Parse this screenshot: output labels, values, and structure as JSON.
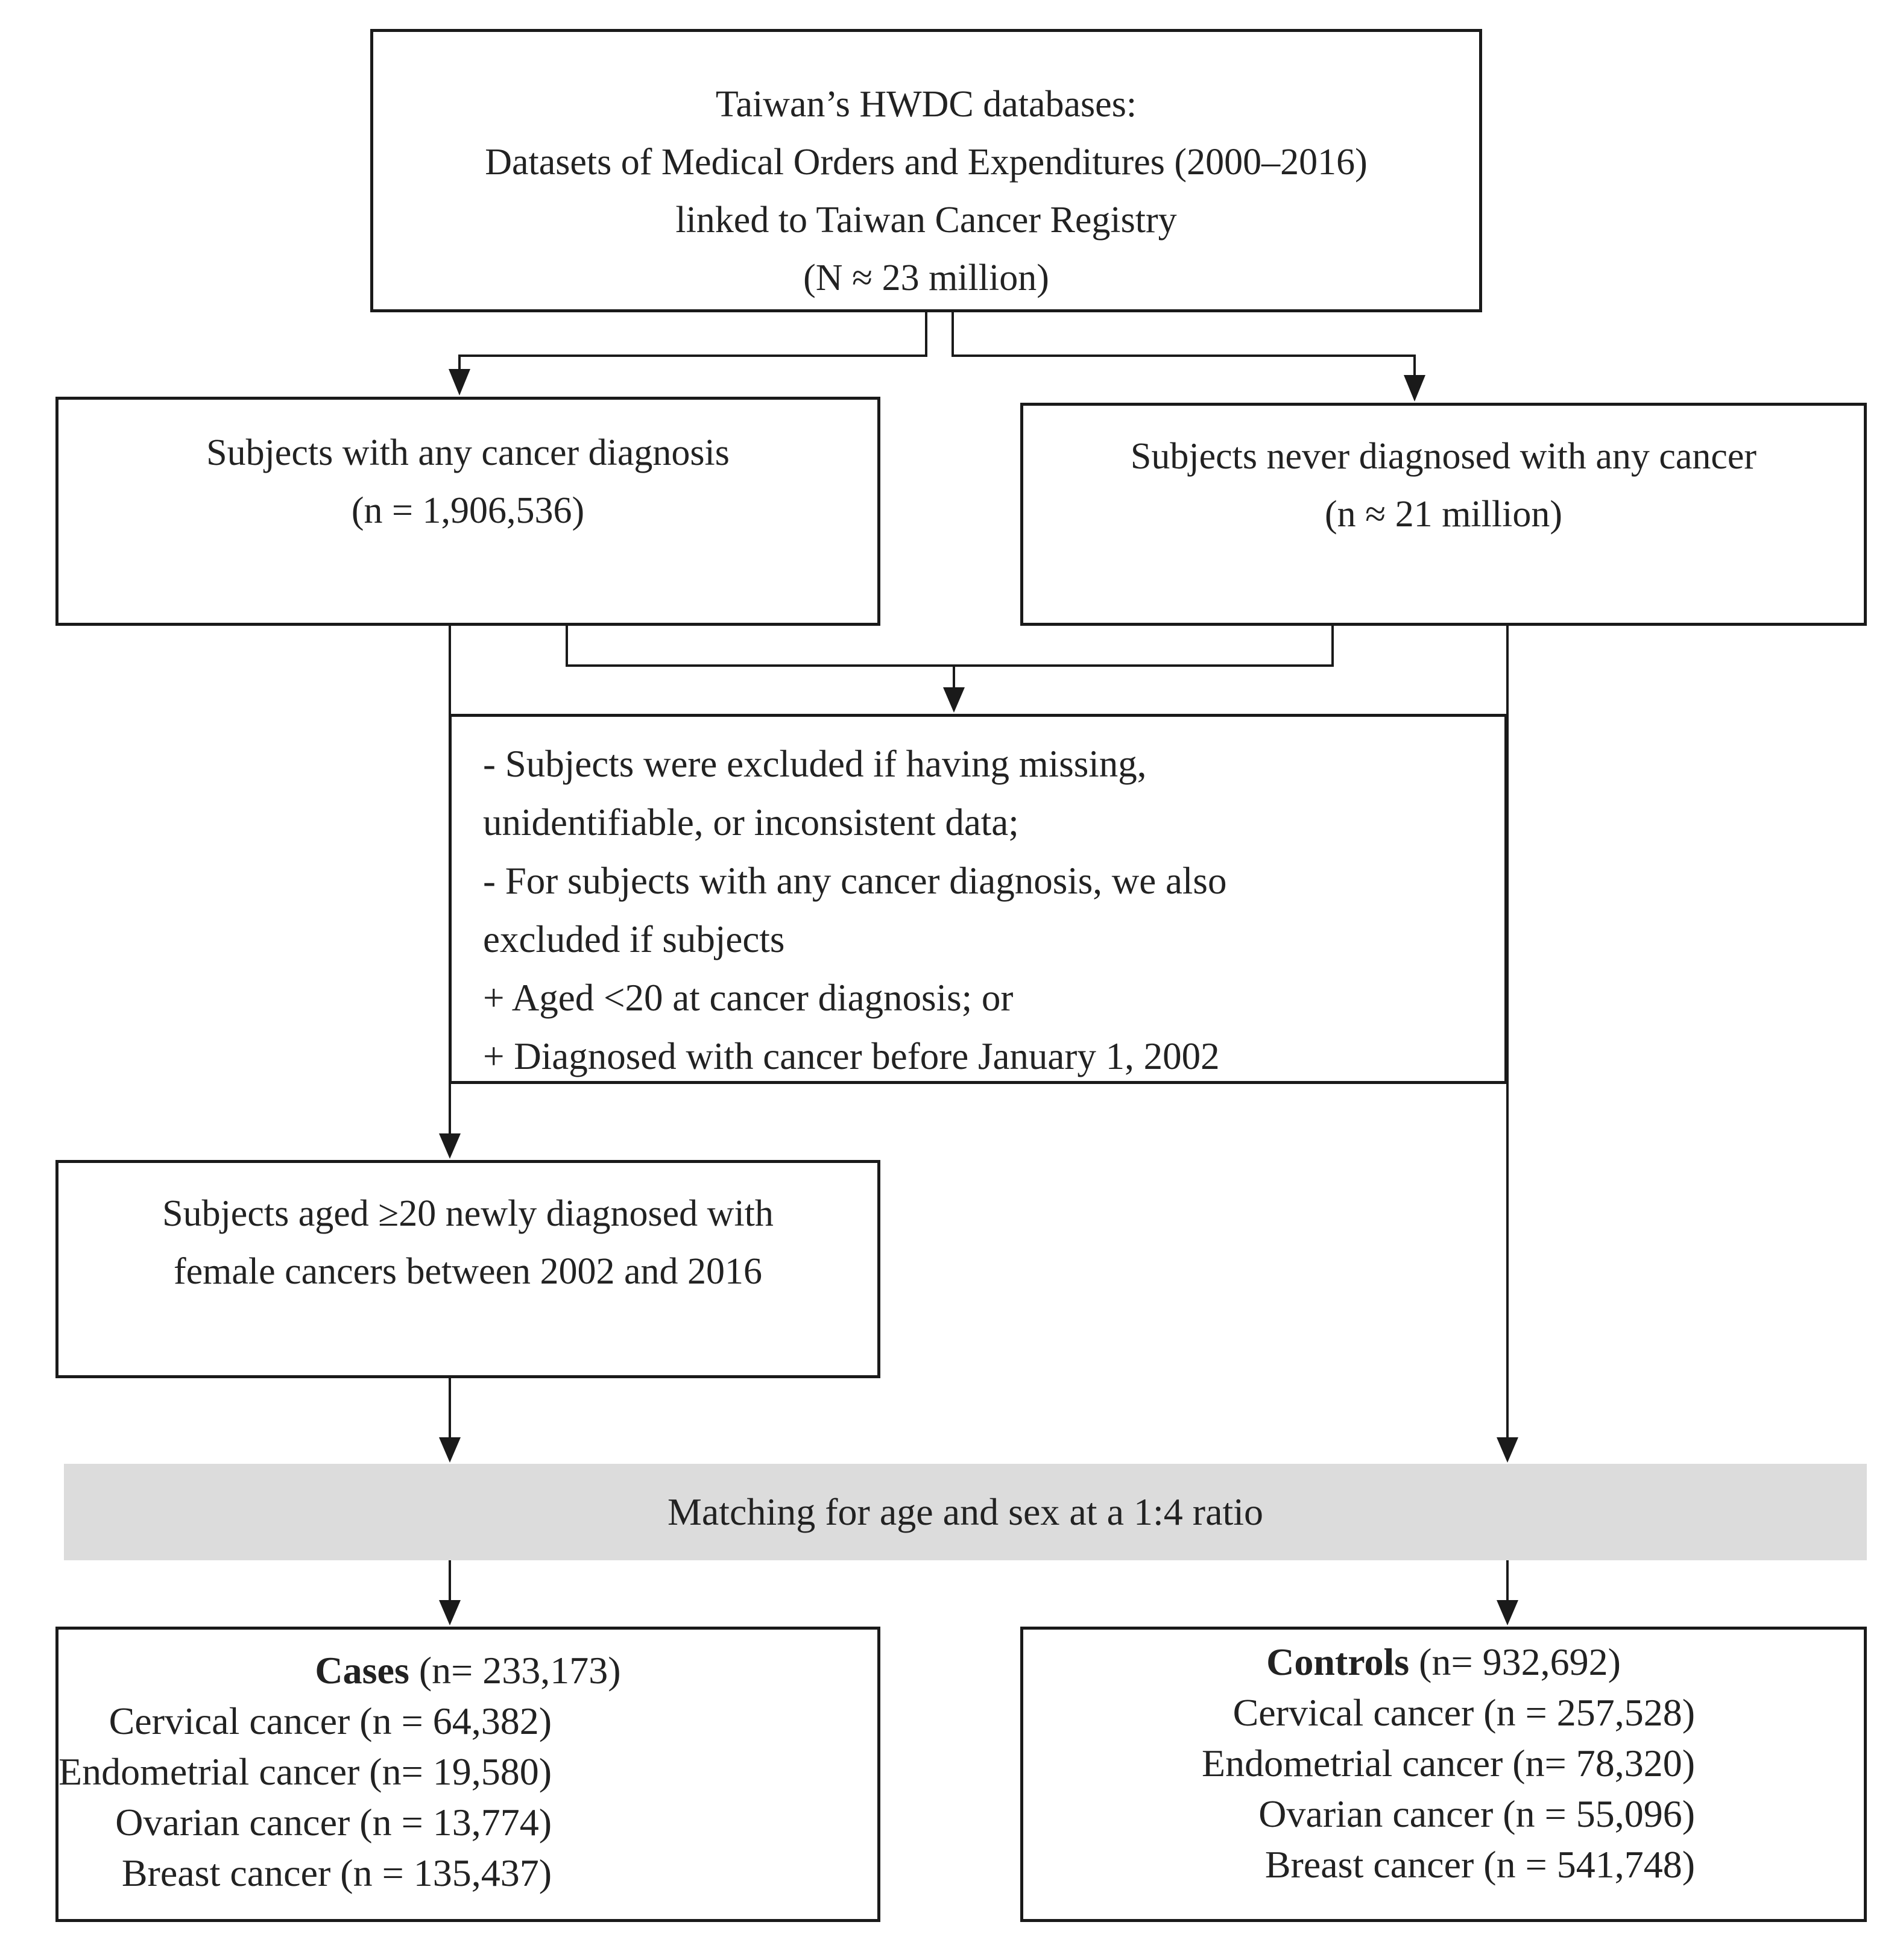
{
  "source_box": {
    "line1": "Taiwan’s HWDC databases:",
    "line2": "Datasets of Medical Orders and Expenditures (2000–2016)",
    "line3": "linked to Taiwan Cancer Registry",
    "line4": "(N ≈ 23 million)"
  },
  "cancer_box": {
    "line1": "Subjects with any cancer diagnosis",
    "line2": "(n = 1,906,536)"
  },
  "no_cancer_box": {
    "line1": "Subjects never diagnosed with any cancer",
    "line2": "(n ≈ 21 million)"
  },
  "exclusion_box": {
    "lines": [
      "- Subjects were excluded if having missing,",
      "unidentifiable, or inconsistent data;",
      "- For subjects with any cancer diagnosis, we also",
      "excluded if subjects",
      "+ Aged <20 at cancer diagnosis; or",
      "+ Diagnosed with cancer before January 1, 2002"
    ]
  },
  "female_box": {
    "line1": "Subjects aged ≥20 newly diagnosed with",
    "line2": "female cancers between 2002 and 2016"
  },
  "matching_band": {
    "label": "Matching for age and sex at a 1:4 ratio"
  },
  "cases_box": {
    "heading": "Cases",
    "heading_count": "(n= 233,173)",
    "rows": [
      "Cervical cancer (n = 64,382)",
      "Endometrial cancer (n= 19,580)",
      "Ovarian cancer (n = 13,774)",
      "Breast cancer (n = 135,437)"
    ]
  },
  "controls_box": {
    "heading": "Controls",
    "heading_count": "(n= 932,692)",
    "rows": [
      "Cervical cancer (n = 257,528)",
      "Endometrial cancer (n= 78,320)",
      "Ovarian cancer (n = 55,096)",
      "Breast cancer (n = 541,748)"
    ]
  },
  "colors": {
    "line": "#1a1a1a",
    "band": "#dcdcdc",
    "text": "#222222"
  }
}
